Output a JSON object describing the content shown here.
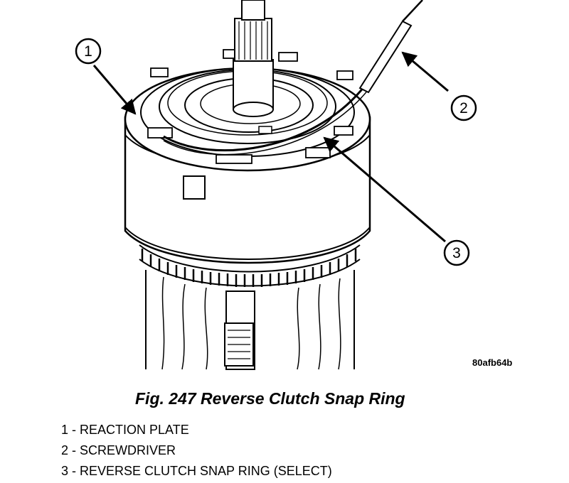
{
  "callouts": [
    {
      "number": "1"
    },
    {
      "number": "2"
    },
    {
      "number": "3"
    }
  ],
  "image_id": "80afb64b",
  "caption": "Fig. 247 Reverse Clutch Snap Ring",
  "legend": [
    "1 - REACTION PLATE",
    "2 - SCREWDRIVER",
    "3 - REVERSE CLUTCH SNAP RING (SELECT)"
  ]
}
